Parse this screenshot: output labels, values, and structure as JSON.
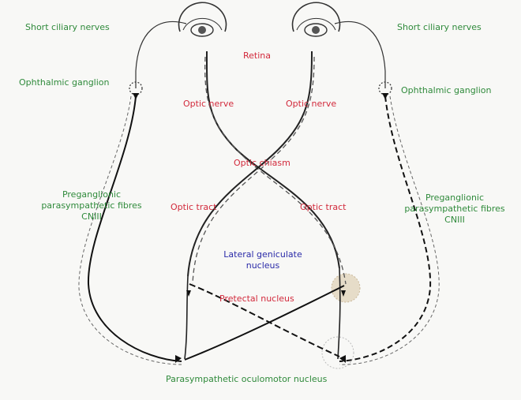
{
  "labels": {
    "short_ciliary_left": "Short ciliary nerves",
    "short_ciliary_right": "Short ciliary nerves",
    "retina": "Retina",
    "ophthalmic_left": "Ophthalmic ganglion",
    "ophthalmic_right": "Ophthalmic ganglion",
    "optic_nerve_left": "Optic nerve",
    "optic_nerve_right": "Optic nerve",
    "optic_chiasm": "Optic chiasm",
    "preganglionic_left": [
      "Preganglionic",
      "parasympathetic fibres",
      "CNIII"
    ],
    "preganglionic_right": [
      "Preganglionic",
      "parasympathetic fibres",
      "CNIII"
    ],
    "optic_tract_left": "Optic tract",
    "optic_tract_right": "Optic tract",
    "lateral_geniculate": [
      "Lateral geniculate",
      "nucleus"
    ],
    "pretectal": "Pretectal nucleus",
    "parasympathetic_nucleus": "Parasympathetic oculomotor nucleus"
  },
  "colors": {
    "peripheral_labels": "#2f8a3b",
    "visual_pathway_labels": "#d22a3c",
    "geniculate_label": "#2a2aa8",
    "lines": "#1a1a1a",
    "nucleus_fill": "#e6dcc8"
  }
}
